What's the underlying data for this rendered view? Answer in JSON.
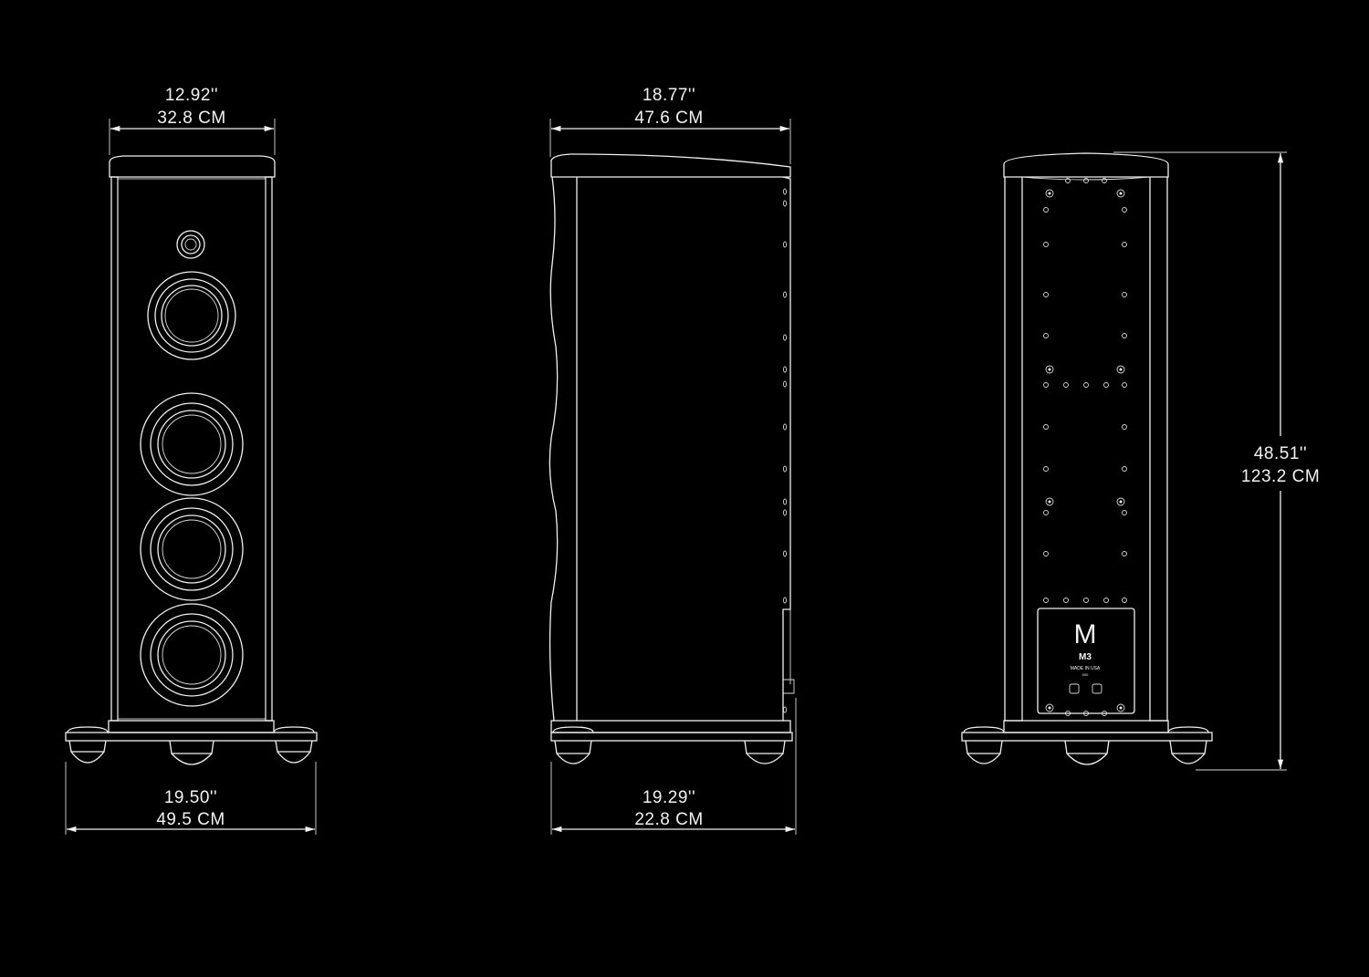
{
  "views": {
    "front": {
      "top_width": {
        "inches": "12.92''",
        "cm": "32.8 CM"
      },
      "base_width": {
        "inches": "19.50''",
        "cm": "49.5 CM"
      }
    },
    "side": {
      "top_depth": {
        "inches": "18.77''",
        "cm": "47.6 CM"
      },
      "base_depth": {
        "inches": "19.29''",
        "cm": "22.8 CM"
      }
    },
    "back": {
      "height": {
        "inches": "48.51''",
        "cm": "123.2 CM"
      },
      "plate": {
        "logo": "M",
        "model": "M3",
        "made_in": "MADE IN USA",
        "fine_print": "000"
      }
    }
  },
  "colors": {
    "background": "#000000",
    "line": "#f0f0f0"
  }
}
